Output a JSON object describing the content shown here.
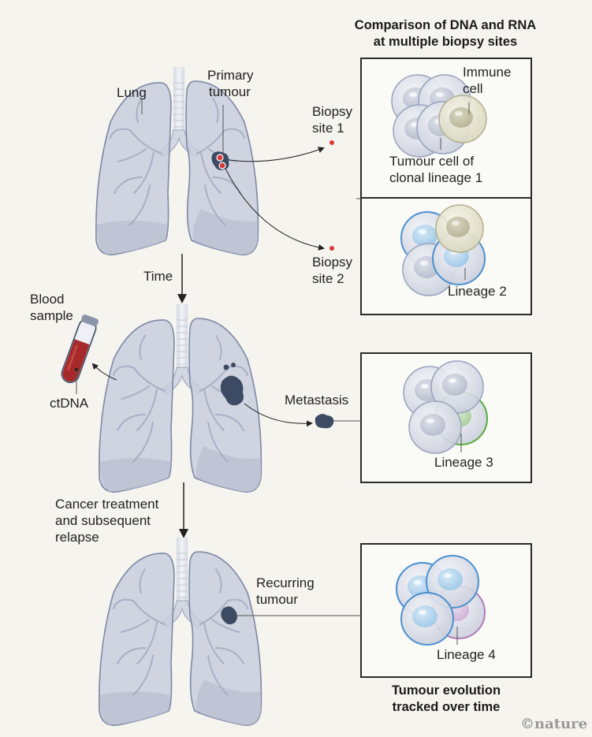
{
  "title_top": [
    "Comparison of DNA and RNA",
    "at multiple biopsy sites"
  ],
  "title_bottom": [
    "Tumour evolution",
    "tracked over time"
  ],
  "credit": "©nature",
  "stage1": {
    "lung_label": "Lung",
    "tumour_label": [
      "Primary",
      "tumour"
    ],
    "biopsy1_label": [
      "Biopsy",
      "site 1"
    ],
    "biopsy2_label": [
      "Biopsy",
      "site 2"
    ]
  },
  "time_label": "Time",
  "stage2": {
    "blood_label": [
      "Blood",
      "sample"
    ],
    "ctdna_label": "ctDNA",
    "metastasis_label": "Metastasis"
  },
  "treatment_label": [
    "Cancer treatment",
    "and subsequent",
    "relapse"
  ],
  "stage3": {
    "recurring_label": [
      "Recurring",
      "tumour"
    ]
  },
  "panels": [
    {
      "labels": [
        "Immune",
        "cell"
      ],
      "sub_labels": [
        "Tumour cell of",
        "clonal lineage 1"
      ]
    },
    {
      "labels": [
        "Lineage 2"
      ]
    },
    {
      "labels": [
        "Lineage 3"
      ]
    },
    {
      "labels": [
        "Lineage 4"
      ]
    }
  ],
  "colors": {
    "background": "#f5f4ee",
    "lung_fill": "#c9cedd",
    "lung_stroke": "#7d88a6",
    "tumour": "#3d4a63",
    "biopsy_dot": "#d83a3a",
    "lineage1_cell": "#d5d9e6",
    "lineage2_border": "#4a90d0",
    "lineage3_border": "#5aab3c",
    "lineage4_border": "#b07ab8",
    "immune_cell": "#e6e4cf",
    "blood": "#a72a2a"
  }
}
